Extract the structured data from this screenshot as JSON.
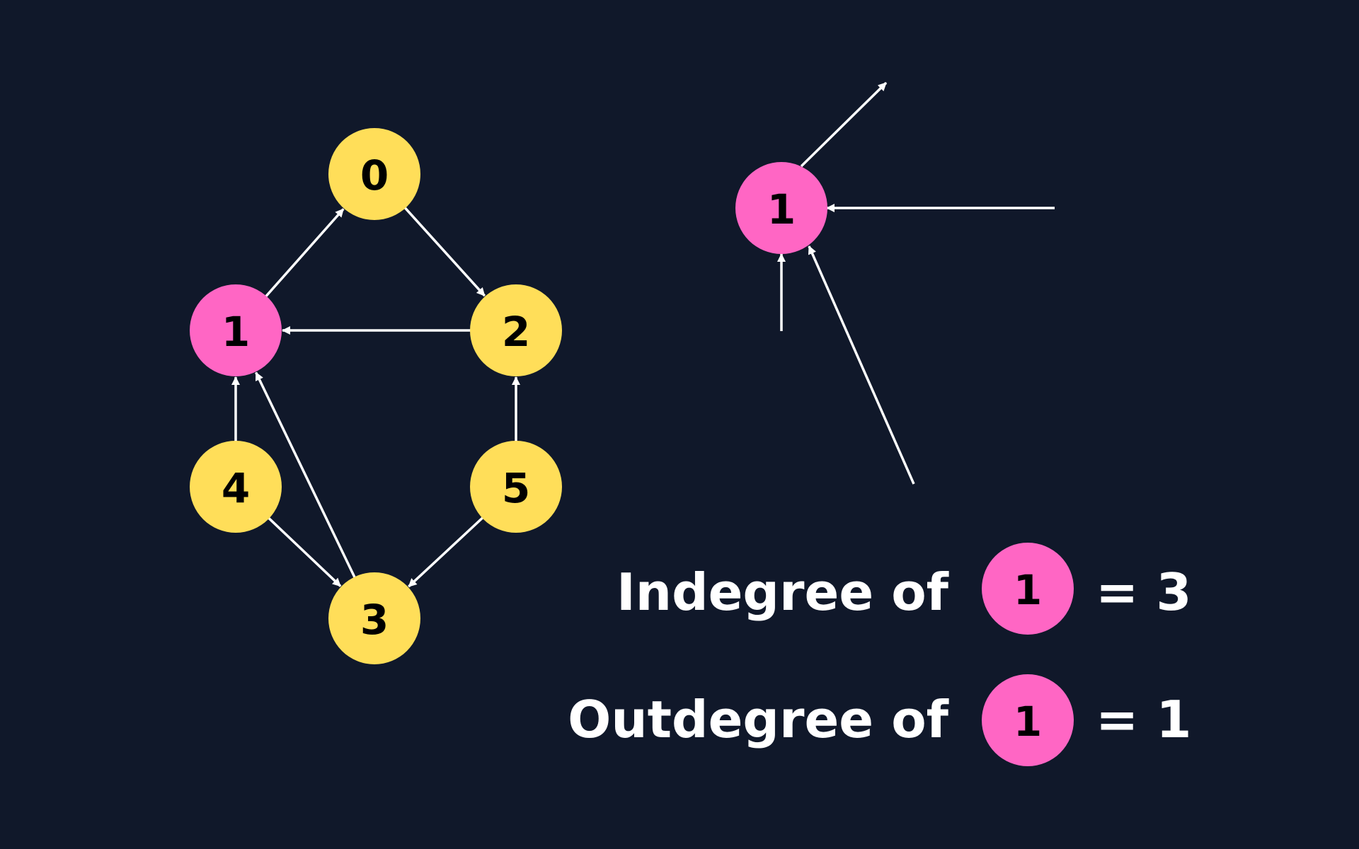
{
  "colors": {
    "background": "#10182a",
    "highlight_node": "#ff66c4",
    "default_node": "#ffde59",
    "edge": "#ffffff",
    "node_text": "#000000"
  },
  "graph": {
    "nodes": [
      {
        "id": "0",
        "label": "0",
        "highlight": false
      },
      {
        "id": "1",
        "label": "1",
        "highlight": true
      },
      {
        "id": "2",
        "label": "2",
        "highlight": false
      },
      {
        "id": "3",
        "label": "3",
        "highlight": false
      },
      {
        "id": "4",
        "label": "4",
        "highlight": false
      },
      {
        "id": "5",
        "label": "5",
        "highlight": false
      }
    ],
    "edges": [
      {
        "from": "1",
        "to": "0"
      },
      {
        "from": "0",
        "to": "2"
      },
      {
        "from": "2",
        "to": "1"
      },
      {
        "from": "4",
        "to": "1"
      },
      {
        "from": "3",
        "to": "1"
      },
      {
        "from": "4",
        "to": "3"
      },
      {
        "from": "5",
        "to": "3"
      },
      {
        "from": "5",
        "to": "2"
      }
    ]
  },
  "focus": {
    "node_label": "1",
    "incoming_edges": 3,
    "outgoing_edges": 1
  },
  "formulas": {
    "indegree_text": "Indegree of",
    "indegree_node": "1",
    "indegree_value": "= 3",
    "outdegree_text": "Outdegree of",
    "outdegree_node": "1",
    "outdegree_value": "= 1"
  }
}
